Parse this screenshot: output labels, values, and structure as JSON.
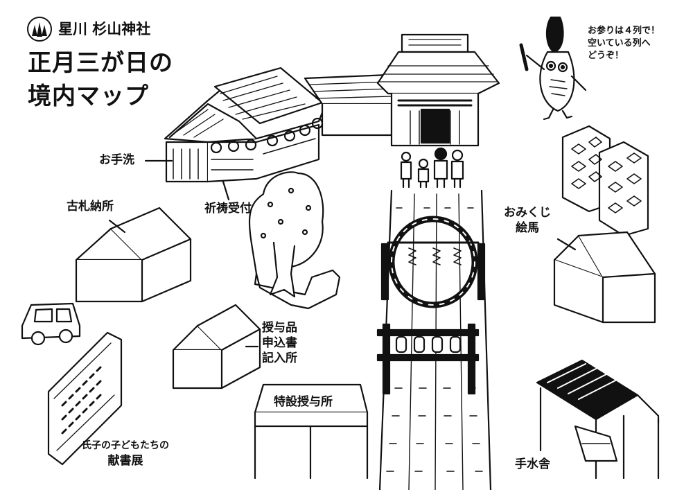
{
  "header": {
    "shrine_name": "星川 杉山神社",
    "title_line1": "正月三が日の",
    "title_line2": "境内マップ"
  },
  "speech_bubble": {
    "line1": "お参りは４列で！",
    "line2": "空いている列へ",
    "line3": "どうぞ！"
  },
  "labels": {
    "otearai": "お手洗",
    "kitou": "祈祷受付",
    "kofuda": "古札納所",
    "omikuji": "おみくじ",
    "ema": "絵馬",
    "juyo_line1": "授与品",
    "juyo_line2": "申込書",
    "juyo_line3": "記入所",
    "tokusetsu": "特設授与所",
    "exhibit_line1": "氏子の子どもたちの",
    "exhibit_line2": "献書展",
    "temizusha": "手水舎"
  },
  "colors": {
    "ink": "#111111",
    "paper": "#ffffff"
  },
  "icons": [
    "cedar-trees-icon",
    "mascot-character-icon",
    "car-icon",
    "people-icon"
  ]
}
